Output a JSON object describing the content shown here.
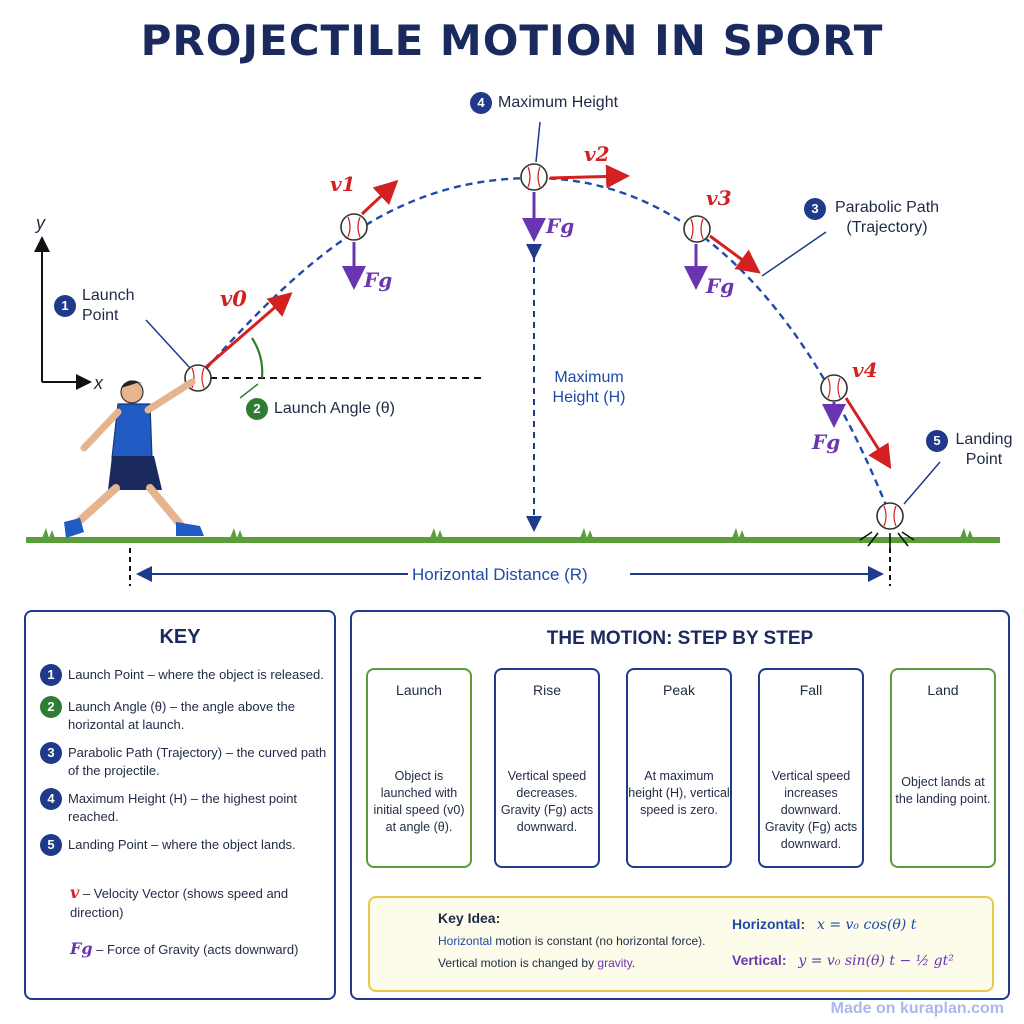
{
  "title": "PROJECTILE MOTION IN SPORT",
  "axes": {
    "y": "y",
    "x": "x"
  },
  "labels": {
    "launch_point": {
      "num": "1",
      "text": "Launch Point"
    },
    "launch_angle": {
      "num": "2",
      "text": "Launch Angle (θ)"
    },
    "parabolic_path": {
      "num": "3",
      "text": "Parabolic Path (Trajectory)"
    },
    "maximum_height": {
      "num": "4",
      "text": "Maximum Height"
    },
    "landing_point": {
      "num": "5",
      "text": "Landing Point"
    },
    "max_height_h": "Maximum Height (H)",
    "horizontal_distance": "Horizontal Distance (R)"
  },
  "vectors": {
    "v0": "v0",
    "v1": "v1",
    "v2": "v2",
    "v3": "v3",
    "v4": "v4",
    "fg": "Fg"
  },
  "key": {
    "title": "KEY",
    "items": [
      {
        "num": "1",
        "term": "Launch Point",
        "desc": " – where the object is released."
      },
      {
        "num": "2",
        "term": "Launch Angle (θ)",
        "desc": " – the angle above the horizontal at launch."
      },
      {
        "num": "3",
        "term": "Parabolic Path (Trajectory)",
        "desc": " – the curved path of the projectile."
      },
      {
        "num": "4",
        "term": "Maximum Height (H)",
        "desc": " – the highest point reached."
      },
      {
        "num": "5",
        "term": "Landing Point",
        "desc": " – where the object lands."
      }
    ],
    "velocity": {
      "symbol": "v",
      "text": " – Velocity Vector (shows speed and direction)"
    },
    "gravity": {
      "symbol": "Fg",
      "text": " – Force of Gravity (acts downward)"
    }
  },
  "steps": {
    "title": "THE MOTION: STEP BY STEP",
    "items": [
      {
        "name": "Launch",
        "desc": "Object is launched with initial speed (v0) at angle (θ)."
      },
      {
        "name": "Rise",
        "desc": "Vertical speed decreases. Gravity (Fg) acts downward."
      },
      {
        "name": "Peak",
        "desc": "At maximum height (H), vertical speed is zero."
      },
      {
        "name": "Fall",
        "desc": "Vertical speed increases downward. Gravity (Fg) acts downward."
      },
      {
        "name": "Land",
        "desc": "Object lands at the landing point."
      }
    ]
  },
  "key_idea": {
    "title": "Key Idea:",
    "line1_highlight": "Horizontal",
    "line1_rest": " motion is constant (no horizontal force).",
    "line2_start": "Vertical motion is changed by ",
    "line2_highlight": "gravity",
    "line2_end": ".",
    "horizontal_label": "Horizontal:",
    "horizontal_eq": "x = v₀ cos(θ) t",
    "vertical_label": "Vertical:",
    "vertical_eq": "y = v₀ sin(θ) t − ½ gt²"
  },
  "watermark": "Made on kuraplan.com",
  "colors": {
    "navy": "#1a2a5e",
    "velocity": "#d32020",
    "gravity": "#6a35b0",
    "path": "#1f4aa8",
    "ground": "#5a9e3a"
  }
}
